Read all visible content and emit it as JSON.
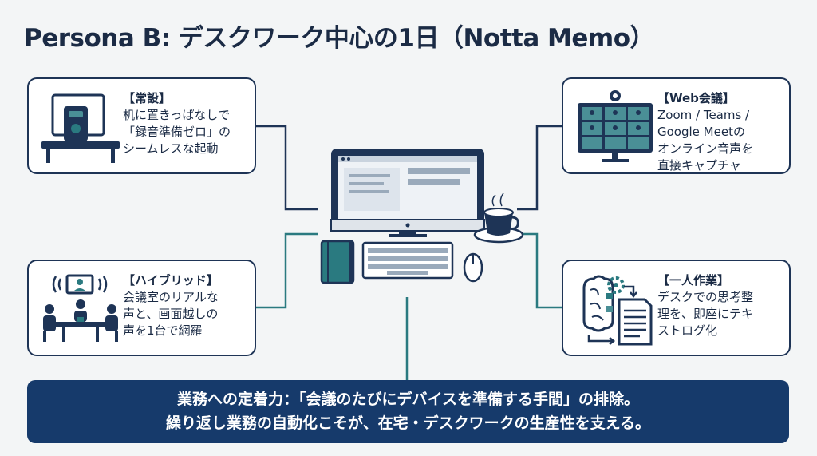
{
  "title": "Persona B: デスクワーク中心の1日（Notta Memo）",
  "cards": {
    "jousetsu": {
      "label": "【常設】",
      "lines": [
        "机に置きっぱなしで",
        "「録音準備ゼロ」の",
        "シームレスな起動"
      ]
    },
    "web": {
      "label": "【Web会議】",
      "lines": [
        "Zoom / Teams /",
        "Google Meetの",
        "オンライン音声を",
        "直接キャプチャ"
      ]
    },
    "hybrid": {
      "label": "【ハイブリッド】",
      "lines": [
        "会議室のリアルな",
        "声と、画面越しの",
        "声を1台で網羅"
      ]
    },
    "solo": {
      "label": "【一人作業】",
      "lines": [
        "デスクでの思考整",
        "理を、即座にテキ",
        "ストログ化"
      ]
    }
  },
  "banner": {
    "line1": "業務への定着力：「会議のたびにデバイスを準備する手間」の排除。",
    "line2": "繰り返し業務の自動化こそが、在宅・デスクワークの生産性を支える。"
  },
  "colors": {
    "navy": "#1e3456",
    "teal": "#2a7a80",
    "banner": "#163a6b"
  }
}
